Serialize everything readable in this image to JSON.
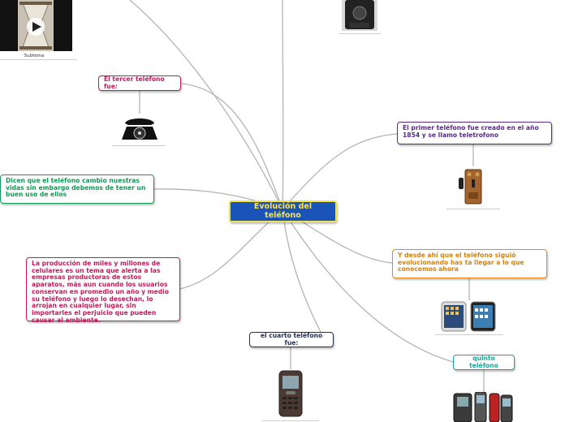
{
  "central": {
    "label": "Evolución del teléfono"
  },
  "nodes": {
    "tercer": "El tercer teléfono fue:",
    "dicen": "Dicen que el teléfono cambio nuestras vidas sin embargo debemos de tener un buen uso de ellos",
    "produccion": "La producción de miles y millones de celulares es un tema que alerta a las empresas productoras de estos aparatos, más aun cuando los usuarios conservan en promedio un año y medio su teléfono y luego lo desechan, lo arrojan en cualquier lugar, sin importarles el perjuicio que pueden causar al ambiente.",
    "cuarto": "el cuarto teléfono fue:",
    "primer": "El primer teléfono fue creado en el año 1854 y se llamo teletrofono",
    "desde": "Y desde ahí que el teléfono siguió evolucionando has ta llegar a lo que conocemos ahora",
    "quinto": "quinto teléfono"
  },
  "video": {
    "caption": "Subtema"
  },
  "colors": {
    "center_fill": "#1a54b8",
    "center_text": "#ffe14a",
    "pink": "#c8185a",
    "green": "#0f9a55",
    "purple": "#5a2a8a",
    "orange": "#e88a1a",
    "navy": "#1f2f55",
    "teal": "#14a89a",
    "connector": "#b4b4b4"
  }
}
